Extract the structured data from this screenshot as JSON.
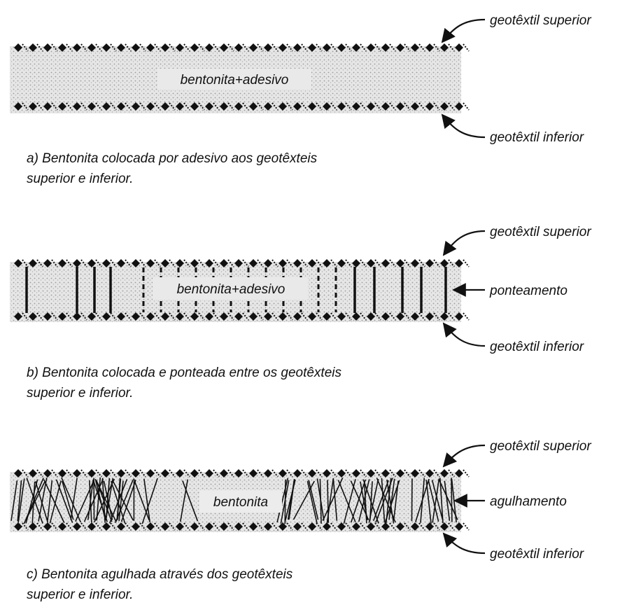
{
  "panels": [
    {
      "center_label": "bentonita+adesivo",
      "labels": {
        "top": "geotêxtil superior",
        "bottom": "geotêxtil inferior"
      },
      "caption": [
        "a) Bentonita colocada por adesivo aos geotêxteis",
        "superior e inferior."
      ]
    },
    {
      "center_label": "bentonita+adesivo",
      "labels": {
        "top": "geotêxtil superior",
        "middle": "ponteamento",
        "bottom": "geotêxtil inferior"
      },
      "caption": [
        "b) Bentonita colocada e ponteada entre os geotêxteis",
        "superior e inferior."
      ]
    },
    {
      "center_label": "bentonita",
      "labels": {
        "top": "geotêxtil superior",
        "middle": "agulhamento",
        "bottom": "geotêxtil inferior"
      },
      "caption": [
        "c) Bentonita agulhada através dos geotêxteis",
        "superior e inferior."
      ]
    }
  ],
  "colors": {
    "ink": "#111111",
    "fill": "#d2d2d2"
  }
}
